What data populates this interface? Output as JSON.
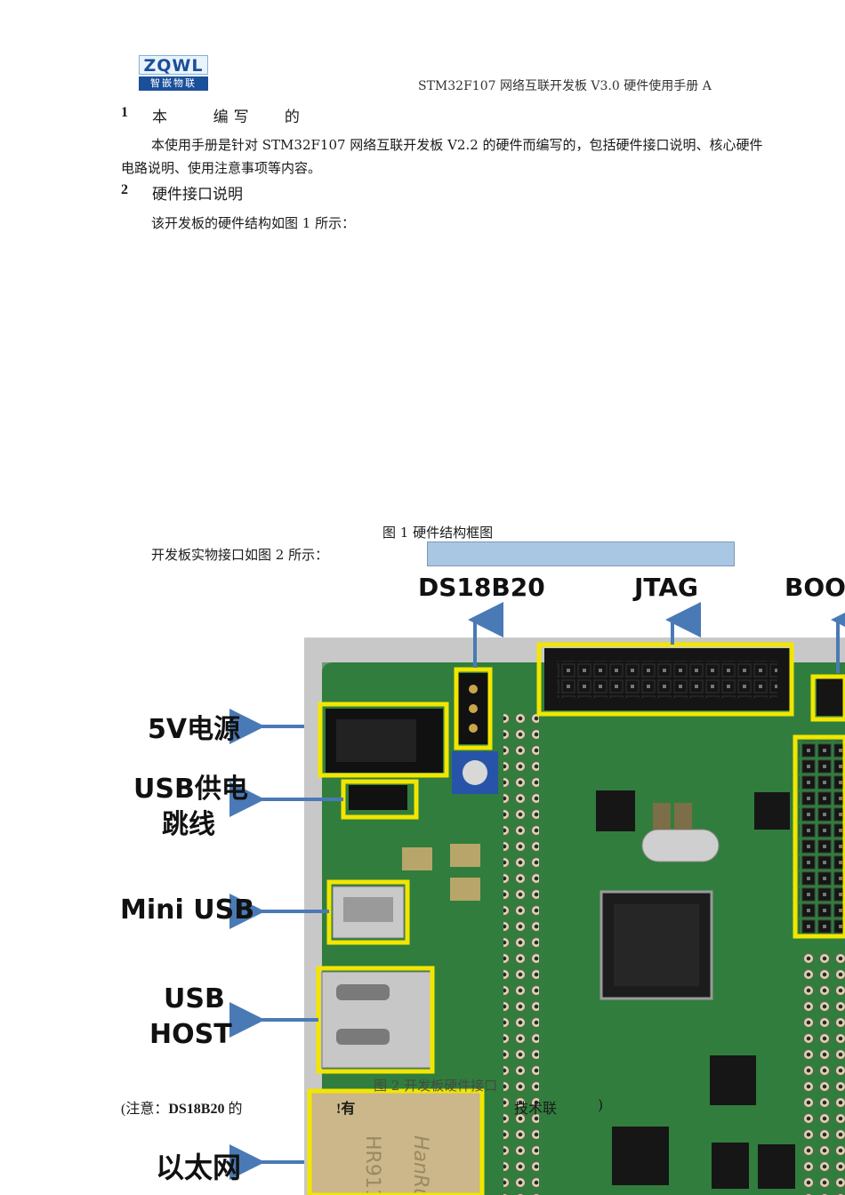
{
  "header": {
    "logo_text": "ZQWL",
    "logo_subtext": "智嵌物联",
    "title": "STM32F107 网络互联开发板 V3.0 硬件使用手册    A"
  },
  "section1": {
    "number": "1",
    "title": "本    编写   的",
    "paragraph": "本使用手册是针对 STM32F107 网络互联开发板 V2.2 的硬件而编写的，包括硬件接口说明、核心硬件电路说明、使用注意事项等内容。"
  },
  "section2": {
    "number": "2",
    "title": "硬件接口说明",
    "paragraph": "该开发板的硬件结构如图 1 所示："
  },
  "figure1": {
    "caption": "图 1  硬件结构框图"
  },
  "paragraph3": "开发板实物接口如图 2 所示：",
  "photo_labels": {
    "ds18b20": "DS18B20",
    "jtag": "JTAG",
    "boot": "BOO",
    "power_5v": "5V电源",
    "usb_power": "USB供电",
    "usb_power_jumper": "跳线",
    "mini_usb": "Mini USB",
    "usb": "USB",
    "host": "HOST",
    "ethernet": "以太网"
  },
  "figure2": {
    "caption": "图 2 开发板硬件接口"
  },
  "note": {
    "prefix": "(注意：",
    "bold": "DS18B20",
    "suffix": " 的",
    "middle": "!有",
    "right": "技术联",
    "end": ")"
  },
  "colors": {
    "board_green": "#2f7a3a",
    "highlight_yellow": "#f2e600",
    "arrow_blue": "#4a7ab5"
  }
}
